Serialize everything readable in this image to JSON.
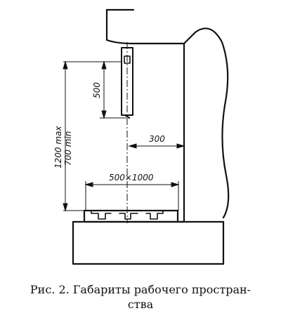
{
  "dimensions": {
    "stroke_length": "500",
    "height_max": "1200 max",
    "height_min": "700 min",
    "overhang": "300",
    "table_size": "500×1000"
  },
  "caption": {
    "line1": "Рис. 2. Габариты рабочего простран-",
    "line2": "ства"
  },
  "colors": {
    "ink": "#111111",
    "paper": "#ffffff"
  }
}
